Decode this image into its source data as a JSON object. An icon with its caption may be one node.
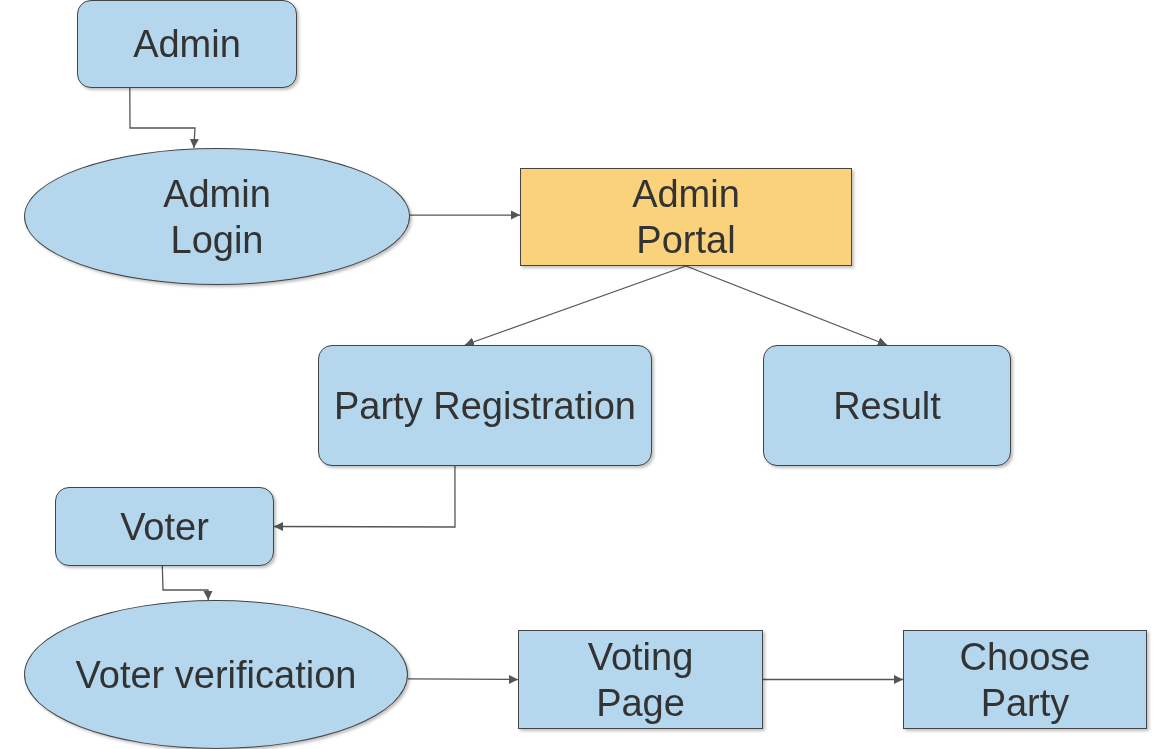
{
  "diagram": {
    "nodes": [
      {
        "text": [
          "Admin"
        ]
      },
      {
        "text": [
          "Admin Login"
        ]
      },
      {
        "text": [
          "Admin Portal"
        ]
      },
      {
        "text": [
          "Party Registration"
        ]
      },
      {
        "text": [
          "Result"
        ]
      },
      {
        "text": [
          "Voter"
        ]
      },
      {
        "text": [
          "Voter verification"
        ]
      },
      {
        "text": [
          "Voting Page"
        ]
      },
      {
        "text": [
          "Choose Party"
        ]
      }
    ],
    "edges": [
      {
        "from": 0,
        "to": 1,
        "arrow": "to"
      },
      {
        "from": 1,
        "to": 2,
        "arrow": "to"
      },
      {
        "from": 2,
        "to": 3,
        "arrow": "to"
      },
      {
        "from": 2,
        "to": 4,
        "arrow": "to"
      },
      {
        "from": 3,
        "to": 5,
        "arrow": "to"
      },
      {
        "from": 5,
        "to": 6,
        "arrow": "to"
      },
      {
        "from": 6,
        "to": 7,
        "arrow": "to"
      },
      {
        "from": 7,
        "to": 8,
        "arrow": "to"
      }
    ]
  }
}
